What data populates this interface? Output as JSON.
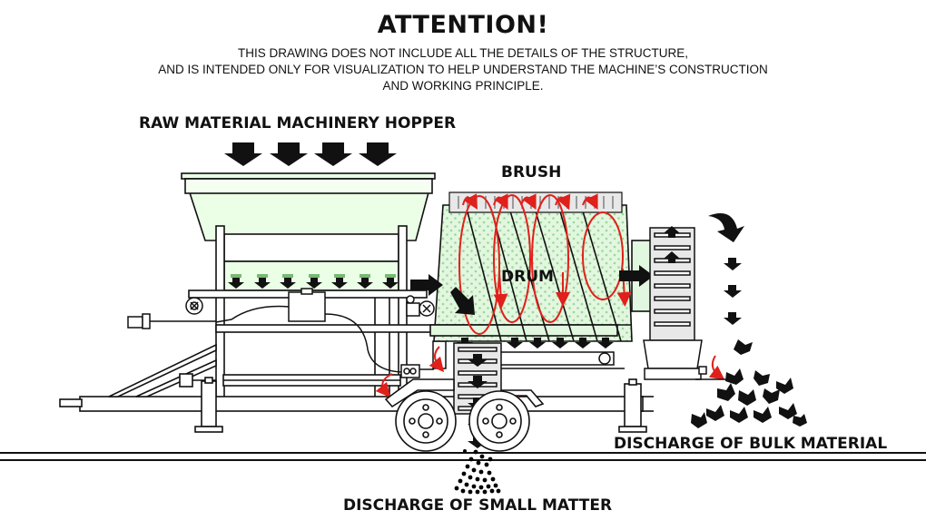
{
  "notice": {
    "title": "ATTENTION!",
    "lines": [
      "THIS DRAWING DOES NOT INCLUDE ALL THE DETAILS OF THE STRUCTURE,",
      "AND IS INTENDED ONLY FOR VISUALIZATION TO HELP UNDERSTAND THE MACHINE’S CONSTRUCTION",
      "AND WORKING PRINCIPLE."
    ]
  },
  "labels": {
    "hopper": "RAW MATERIAL MACHINERY HOPPER",
    "brush": "BRUSH",
    "drum": "DRUM",
    "bulk": "DISCHARGE OF BULK MATERIAL",
    "small": "DISCHARGE OF SMALL MATTER"
  },
  "colors": {
    "line": "#111111",
    "hopper_fill": "#eaffe6",
    "drum_fill": "#e2f7df",
    "flow_arrow": "#e0201b",
    "material": "#000000"
  }
}
